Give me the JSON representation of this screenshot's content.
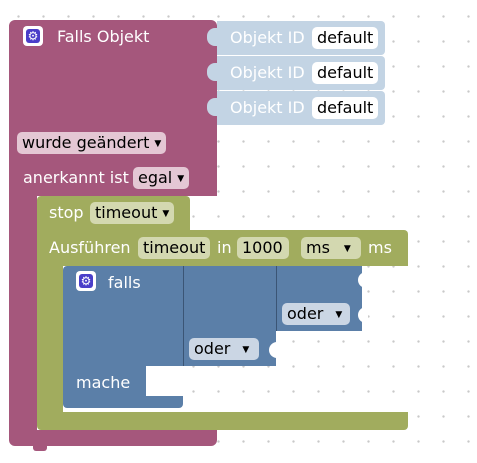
{
  "event_block": {
    "title": "Falls Objekt",
    "object_rows": [
      {
        "label": "Objekt ID",
        "value": "default"
      },
      {
        "label": "Objekt ID",
        "value": "default"
      },
      {
        "label": "Objekt ID",
        "value": "default"
      }
    ],
    "changed_dropdown": "wurde geändert",
    "ack_label": "anerkannt ist",
    "ack_dropdown": "egal"
  },
  "stop_block": {
    "label": "stop",
    "timer_dropdown": "timeout"
  },
  "exec_block": {
    "label_prefix": "Ausführen",
    "timer_name": "timeout",
    "in_label": "in",
    "delay_value": "1000",
    "unit_dropdown": "ms",
    "unit_suffix": "ms"
  },
  "if_block": {
    "label": "falls",
    "do_label": "mache",
    "or_dropdown_outer": "oder",
    "or_dropdown_inner": "oder"
  },
  "colors": {
    "event": "#a5577c",
    "event_dark": "#6e3953",
    "object": "#c3d4e4",
    "timer": "#a1ac5e",
    "timer_dark": "#6f7940",
    "logic": "#5b7fa8",
    "logic_dark": "#3b5575"
  }
}
